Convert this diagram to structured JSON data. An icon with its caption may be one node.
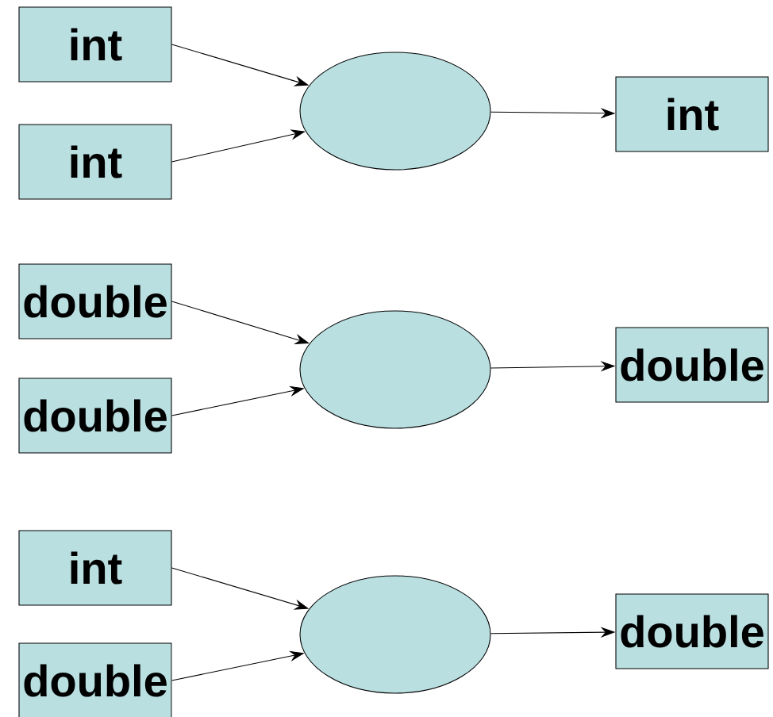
{
  "diagram": {
    "nodes": [
      {
        "text": [
          "int"
        ]
      },
      {
        "text": [
          "int"
        ]
      },
      {
        "text": [],
        "shape": "ellipse"
      },
      {
        "text": [
          "int"
        ]
      },
      {
        "text": [
          "double"
        ]
      },
      {
        "text": [
          "double"
        ]
      },
      {
        "text": [],
        "shape": "ellipse"
      },
      {
        "text": [
          "double"
        ]
      },
      {
        "text": [
          "int"
        ]
      },
      {
        "text": [
          "double"
        ]
      },
      {
        "text": [],
        "shape": "ellipse"
      },
      {
        "text": [
          "double"
        ]
      }
    ],
    "edges": [
      {
        "from": 0,
        "to": 2,
        "arrow": "to"
      },
      {
        "from": 1,
        "to": 2,
        "arrow": "to"
      },
      {
        "from": 2,
        "to": 3,
        "arrow": "to"
      },
      {
        "from": 4,
        "to": 6,
        "arrow": "to"
      },
      {
        "from": 5,
        "to": 6,
        "arrow": "to"
      },
      {
        "from": 6,
        "to": 7,
        "arrow": "to"
      },
      {
        "from": 8,
        "to": 10,
        "arrow": "to"
      },
      {
        "from": 9,
        "to": 10,
        "arrow": "to"
      },
      {
        "from": 10,
        "to": 11,
        "arrow": "to"
      }
    ]
  }
}
